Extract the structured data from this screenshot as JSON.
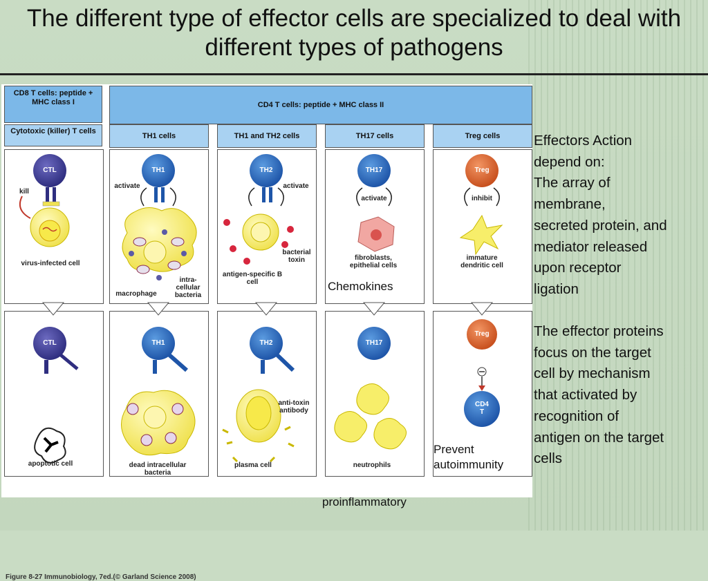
{
  "slide": {
    "title": "The different type of effector cells are specialized to deal with different types of pathogens"
  },
  "figure": {
    "caption": "Figure 8-27  Immunobiology, 7ed.(© Garland Science 2008)",
    "header_cd8": "CD8 T cells: peptide + MHC class I",
    "header_cd4": "CD4 T cells: peptide + MHC class II",
    "columns": [
      {
        "header": "Cytotoxic (killer) T cells",
        "cell": "CTL",
        "action": "kill",
        "target": "virus-infected cell",
        "result": "apoptotic cell"
      },
      {
        "header": "TH1 cells",
        "cell": "TH1",
        "action": "activate",
        "target": "macrophage",
        "target2": "intra-cellular bacteria",
        "result": "dead intracellular bacteria"
      },
      {
        "header": "TH1 and TH2 cells",
        "cell": "TH2",
        "action": "activate",
        "target": "antigen-specific B cell",
        "target2": "bacterial toxin",
        "result": "anti-toxin antibody",
        "result2": "plasma cell"
      },
      {
        "header": "TH17 cells",
        "cell": "TH17",
        "action": "activate",
        "target": "fibroblasts, epithelial cells",
        "result": "neutrophils"
      },
      {
        "header": "Treg cells",
        "cell": "Treg",
        "action": "inhibit",
        "target": "immature dendritic cell",
        "result_cell": "CD4 T"
      }
    ]
  },
  "annotations": {
    "chemokines": "Chemokines",
    "prevent": "Prevent autoimmunity",
    "proinflammatory": "proinflammatory"
  },
  "sidebar": {
    "para1": [
      "Effectors Action",
      "depend on:",
      "The array of",
      "membrane,",
      "secreted protein, and",
      "mediator released",
      "upon receptor",
      "ligation"
    ],
    "para2": [
      "The effector proteins",
      "focus on the target",
      "cell by mechanism",
      "that activated by",
      "recognition of",
      "antigen on the target",
      "cells"
    ]
  },
  "colors": {
    "header_blue": "#7cb8e8",
    "subheader_blue": "#a9d2f2",
    "tcell_blue": "#1e5fb3",
    "ctl_purple": "#3b3a8f",
    "treg_orange": "#d9602a",
    "target_yellow": "#f7ee6a"
  }
}
